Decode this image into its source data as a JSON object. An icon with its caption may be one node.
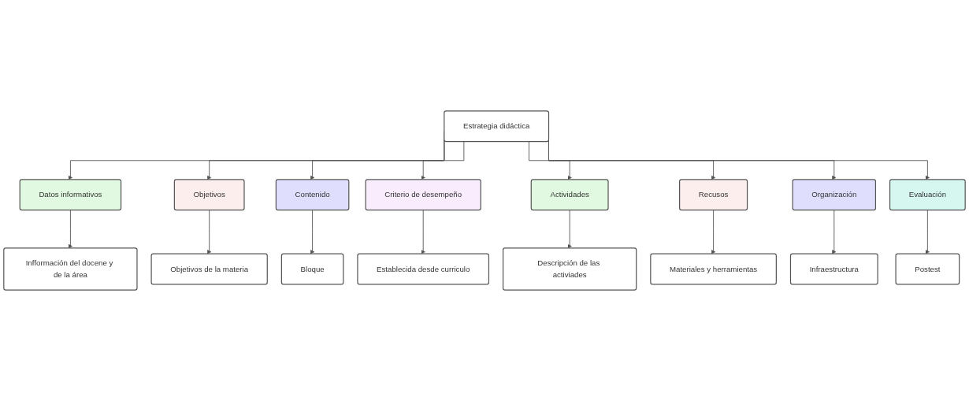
{
  "diagram": {
    "nodes": [
      {
        "text": [
          "Estrategia didáctica"
        ]
      },
      {
        "text": [
          "Datos informativos"
        ]
      },
      {
        "text": [
          "Objetivos"
        ]
      },
      {
        "text": [
          "Contenido"
        ]
      },
      {
        "text": [
          "Criterio de desempeño"
        ]
      },
      {
        "text": [
          "Actividades"
        ]
      },
      {
        "text": [
          "Recusos"
        ]
      },
      {
        "text": [
          "Organización"
        ]
      },
      {
        "text": [
          "Evaluación"
        ]
      },
      {
        "text": [
          "Infformación del docene y de la área"
        ]
      },
      {
        "text": [
          "Objetivos de la materia"
        ]
      },
      {
        "text": [
          "Bloque"
        ]
      },
      {
        "text": [
          "Establecida desde curriculo"
        ]
      },
      {
        "text": [
          "Descripción de las activiades"
        ]
      },
      {
        "text": [
          "Materiales y herramientas"
        ]
      },
      {
        "text": [
          "Infraestructura"
        ]
      },
      {
        "text": [
          "Postest"
        ]
      }
    ],
    "edges": [
      {
        "from": 0,
        "to": 1,
        "arrow": "to"
      },
      {
        "from": 0,
        "to": 2,
        "arrow": "to"
      },
      {
        "from": 0,
        "to": 3,
        "arrow": "to"
      },
      {
        "from": 0,
        "to": 4,
        "arrow": "to"
      },
      {
        "from": 0,
        "to": 5,
        "arrow": "to"
      },
      {
        "from": 0,
        "to": 6,
        "arrow": "to"
      },
      {
        "from": 0,
        "to": 7,
        "arrow": "to"
      },
      {
        "from": 0,
        "to": 8,
        "arrow": "to"
      },
      {
        "from": 1,
        "to": 9,
        "arrow": "to"
      },
      {
        "from": 2,
        "to": 10,
        "arrow": "to"
      },
      {
        "from": 3,
        "to": 11,
        "arrow": "to"
      },
      {
        "from": 4,
        "to": 12,
        "arrow": "to"
      },
      {
        "from": 5,
        "to": 13,
        "arrow": "to"
      },
      {
        "from": 6,
        "to": 14,
        "arrow": "to"
      },
      {
        "from": 7,
        "to": 15,
        "arrow": "to"
      },
      {
        "from": 8,
        "to": 16,
        "arrow": "to"
      }
    ]
  }
}
